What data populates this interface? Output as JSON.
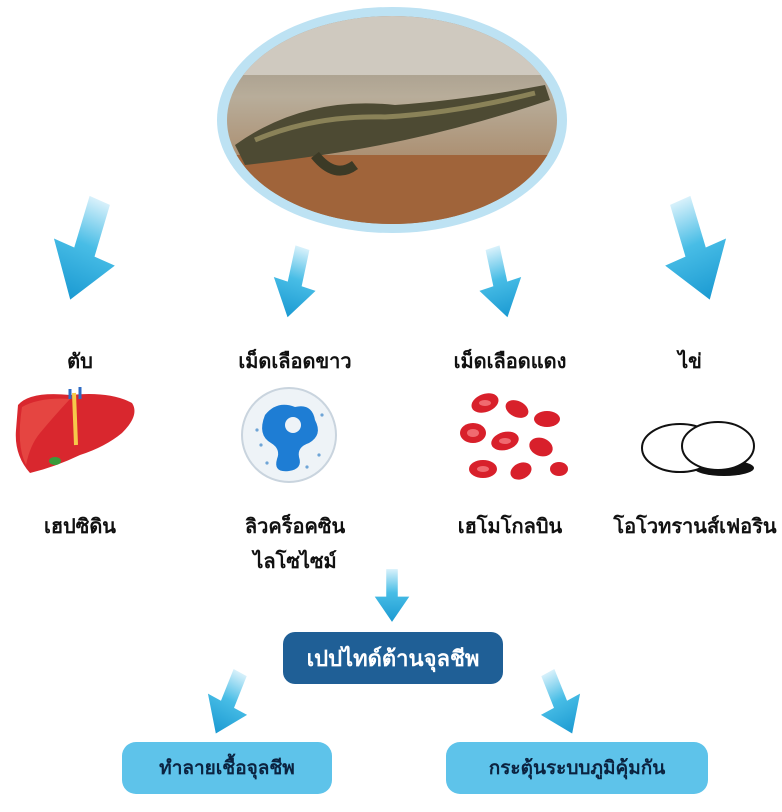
{
  "source": {
    "photo_subject": "crocodile"
  },
  "sources": [
    {
      "category": "ตับ",
      "molecule": "เฮปซิดิน",
      "icon": "liver-icon"
    },
    {
      "category": "เม็ดเลือดขาว",
      "molecule_lines": [
        "ลิวคร็อคซิน",
        "ไลโซไซม์"
      ],
      "icon": "white-blood-cell-icon"
    },
    {
      "category": "เม็ดเลือดแดง",
      "molecule": "เฮโมโกลบิน",
      "icon": "red-blood-cells-icon"
    },
    {
      "category": "ไข่",
      "molecule": "โอโวทรานส์เฟอริน",
      "icon": "eggs-icon"
    }
  ],
  "center": {
    "label": "เปปไทด์ต้านจุลชีพ"
  },
  "effects": [
    {
      "label": "ทำลายเชื้อจุลชีพ"
    },
    {
      "label": "กระตุ้นระบบภูมิคุ้มกัน"
    }
  ],
  "colors": {
    "arrow": "#3fb8e3",
    "center_box": "#1f5f96",
    "center_text": "#ffffff",
    "effect_box": "#5ec3ea",
    "effect_text": "#0b2340",
    "photo_ring": "#bde2f3"
  }
}
